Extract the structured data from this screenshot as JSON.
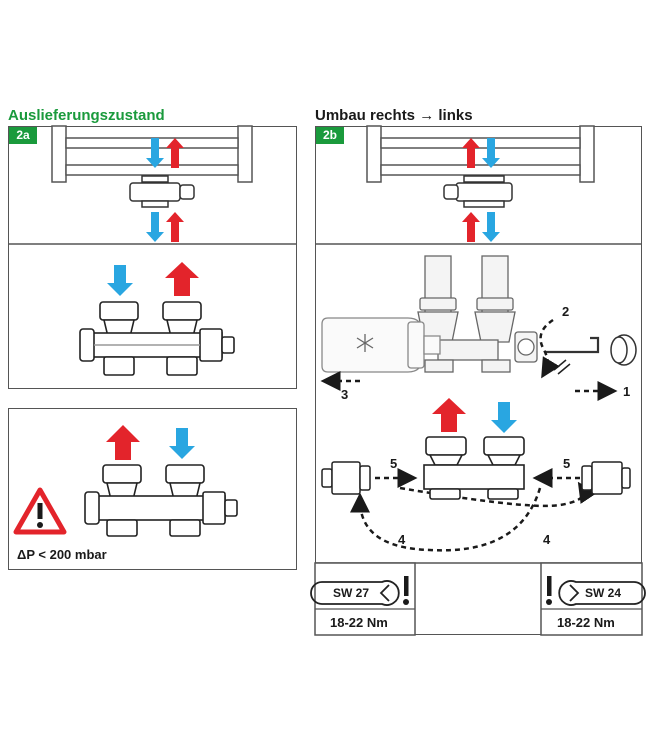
{
  "headings": {
    "left": "Auslieferungszustand",
    "right": "Umbau rechts → links"
  },
  "tags": {
    "left": "2a",
    "right": "2b"
  },
  "left": {
    "dp_label": "ΔP < 200 mbar"
  },
  "right": {
    "steps": [
      "1",
      "2",
      "3",
      "4",
      "4",
      "5",
      "5"
    ],
    "sw_left": {
      "size": "SW 27",
      "torque": "18-22 Nm"
    },
    "sw_right": {
      "size": "SW 24",
      "torque": "18-22 Nm"
    }
  },
  "colors": {
    "green": "#1a9a3c",
    "red": "#e3242b",
    "blue": "#29a6e1"
  },
  "icons": [
    "warning-triangle-icon",
    "wrench-icon",
    "exclamation-icon",
    "snowflake-icon",
    "hex-key-icon"
  ]
}
